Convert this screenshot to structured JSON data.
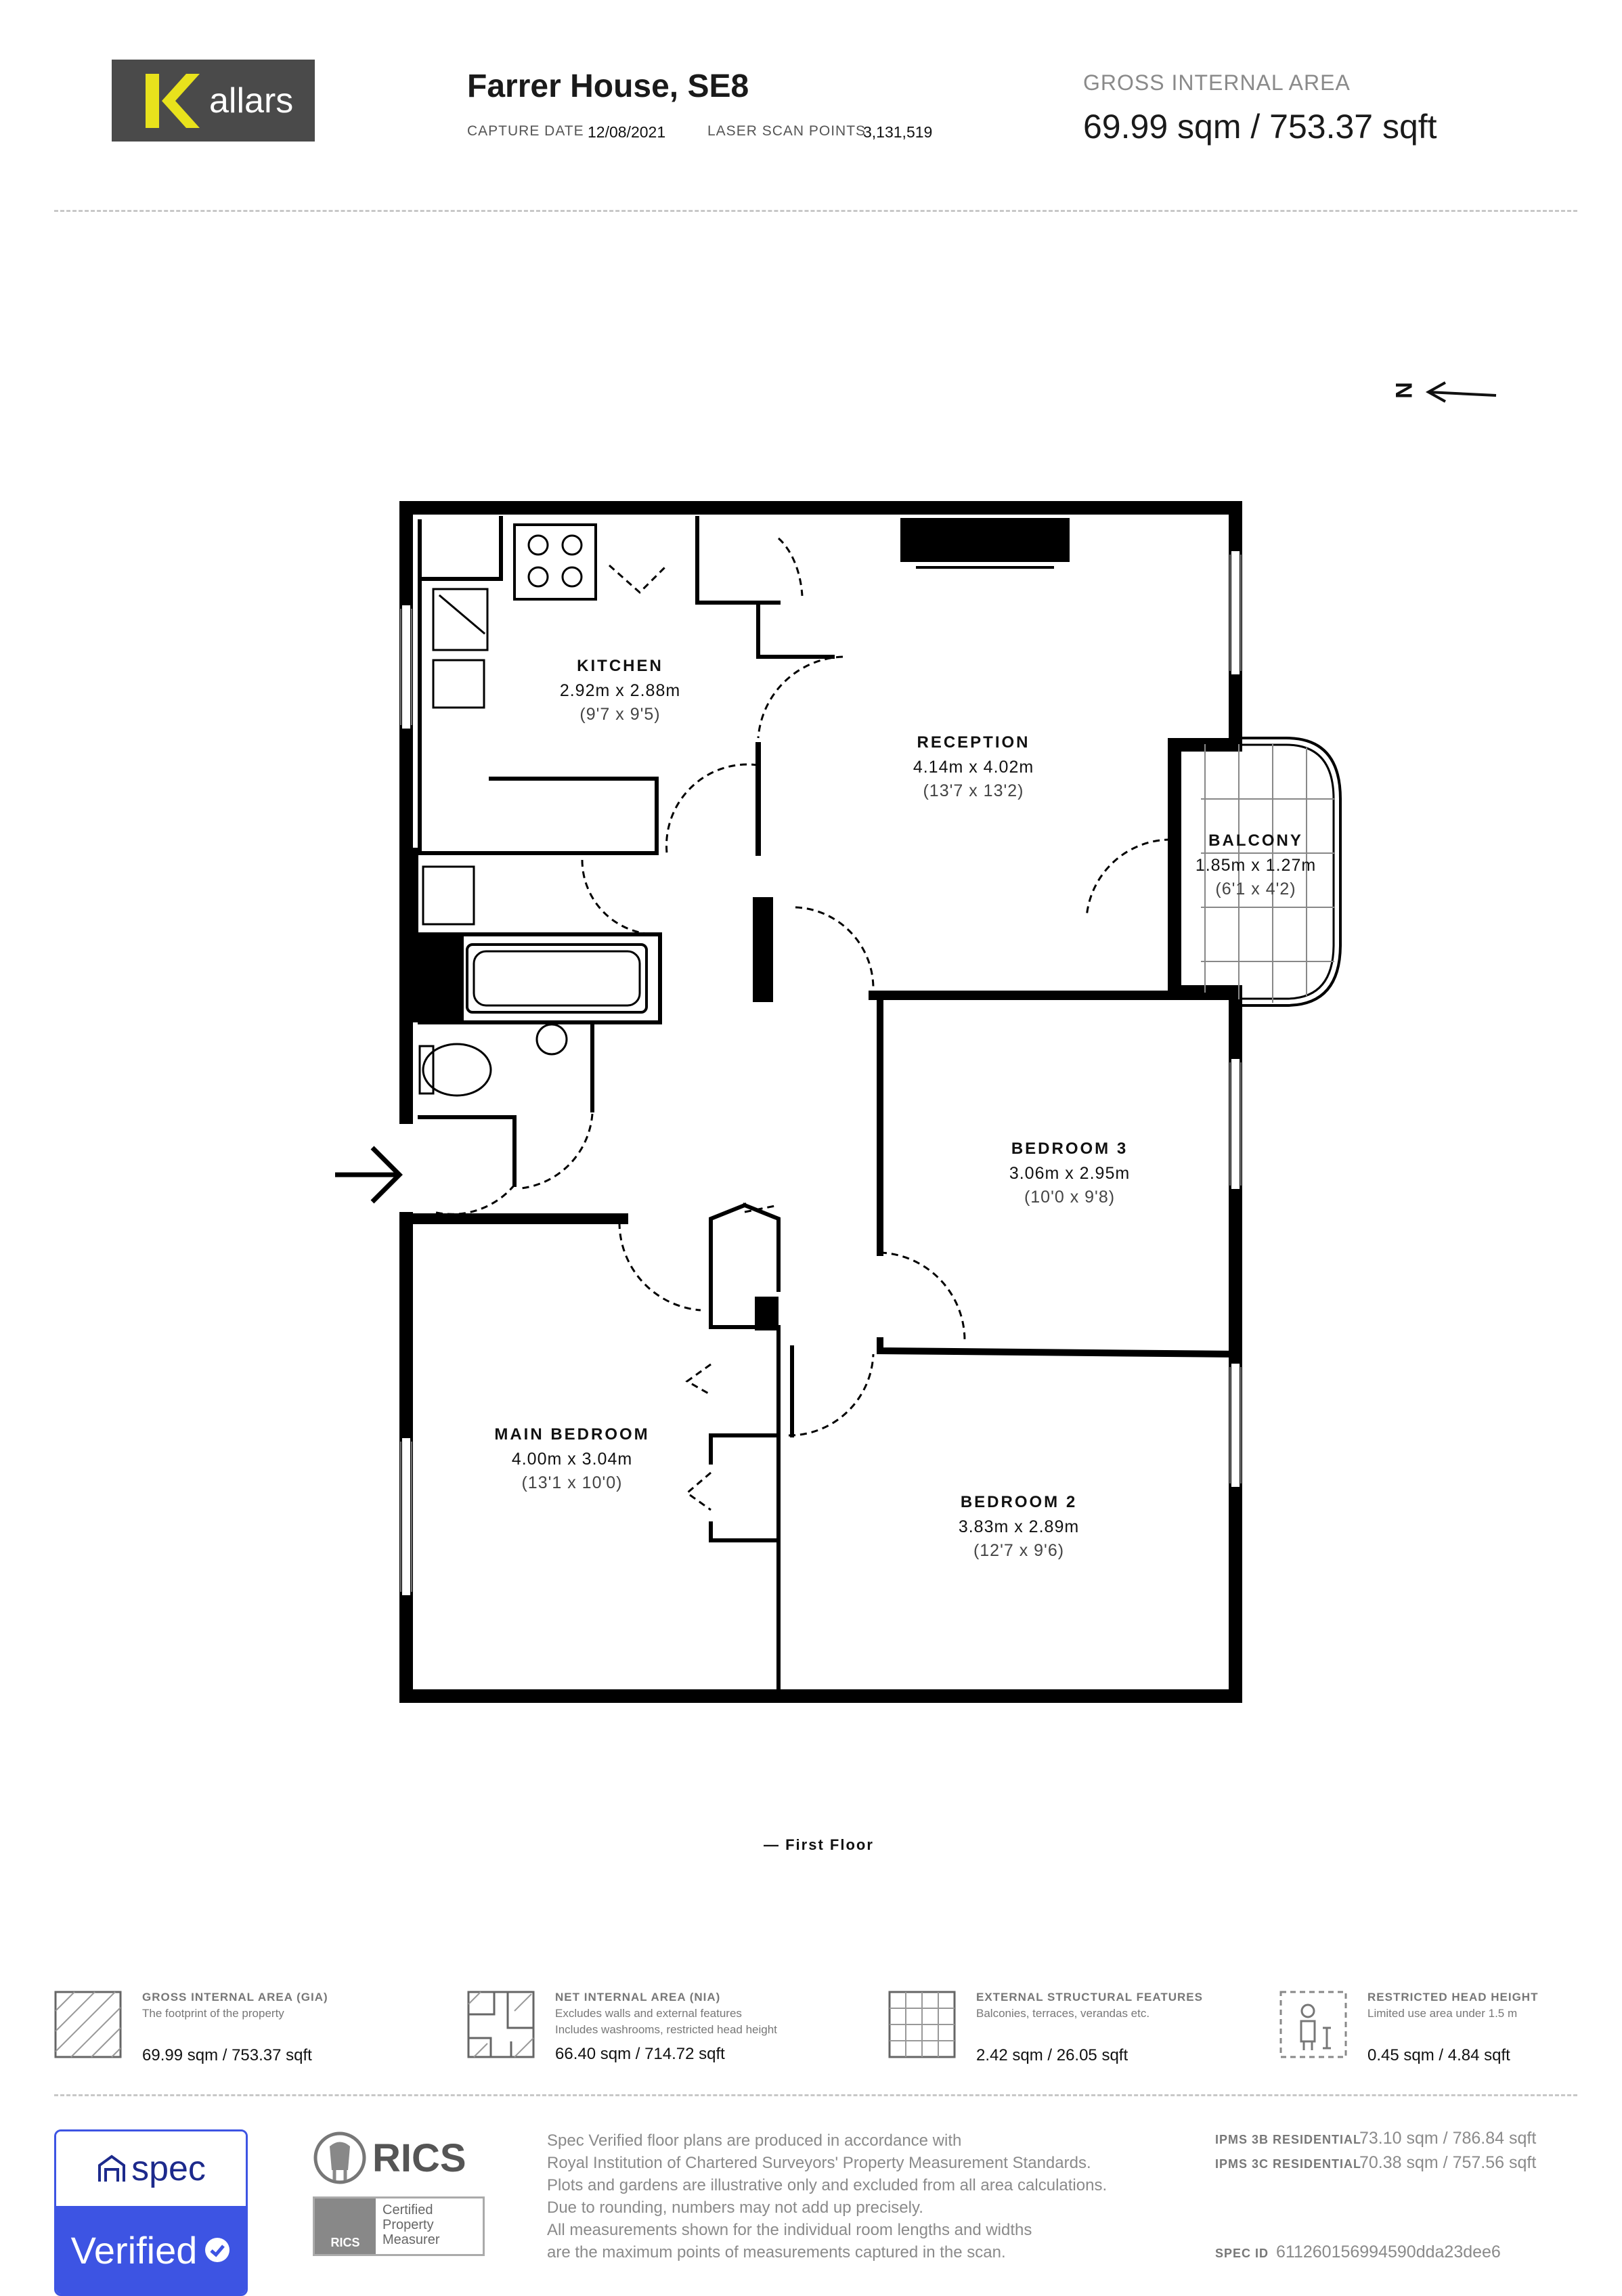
{
  "brand": {
    "logo_initial": "K",
    "logo_text": "allars",
    "logo_color": "#e8e21c"
  },
  "header": {
    "title": "Farrer House, SE8",
    "capture_date_label": "CAPTURE DATE",
    "capture_date": "12/08/2021",
    "scan_points_label": "LASER SCAN POINTS",
    "scan_points": "3,131,519",
    "gia_label": "GROSS INTERNAL AREA",
    "gia_value": "69.99 sqm / 753.37 sqft"
  },
  "compass": {
    "label": "N"
  },
  "rooms": {
    "kitchen": {
      "name": "KITCHEN",
      "metric": "2.92m x 2.88m",
      "imperial": "(9'7 x 9'5)"
    },
    "reception": {
      "name": "RECEPTION",
      "metric": "4.14m x 4.02m",
      "imperial": "(13'7 x 13'2)"
    },
    "balcony": {
      "name": "BALCONY",
      "metric": "1.85m x 1.27m",
      "imperial": "(6'1 x 4'2)"
    },
    "bedroom3": {
      "name": "BEDROOM 3",
      "metric": "3.06m x 2.95m",
      "imperial": "(10'0 x 9'8)"
    },
    "main_bedroom": {
      "name": "MAIN BEDROOM",
      "metric": "4.00m x 3.04m",
      "imperial": "(13'1 x 10'0)"
    },
    "bedroom2": {
      "name": "BEDROOM 2",
      "metric": "3.83m x 2.89m",
      "imperial": "(12'7 x 9'6)"
    }
  },
  "floor_label": "— First Floor",
  "legend": [
    {
      "title": "GROSS INTERNAL AREA (GIA)",
      "lines": [
        "The footprint of the property"
      ],
      "value": "69.99 sqm / 753.37 sqft"
    },
    {
      "title": "NET INTERNAL AREA (NIA)",
      "lines": [
        "Excludes walls and external features",
        "Includes washrooms, restricted head height"
      ],
      "value": "66.40 sqm / 714.72 sqft"
    },
    {
      "title": "EXTERNAL STRUCTURAL FEATURES",
      "lines": [
        "Balconies, terraces, verandas etc."
      ],
      "value": "2.42 sqm / 26.05 sqft"
    },
    {
      "title": "RESTRICTED HEAD HEIGHT",
      "lines": [
        "Limited use area under 1.5 m"
      ],
      "value": "0.45 sqm / 4.84 sqft"
    }
  ],
  "footer": {
    "spec_brand": "spec",
    "spec_verified": "Verified",
    "rics_text": "RICS",
    "rics_badge_lines": [
      "Certified",
      "Property",
      "Measurer"
    ],
    "rics_badge_abbr": "RICS",
    "disclaimer": [
      "Spec Verified floor plans are produced in accordance with",
      "Royal Institution of Chartered Surveyors' Property Measurement Standards.",
      "Plots and gardens are illustrative only and excluded from all area calculations.",
      "Due to rounding, numbers may not add up precisely.",
      "All measurements shown for the individual room lengths and widths",
      "are the maximum points of measurements captured in the scan."
    ],
    "ipms_3b_label": "IPMS 3B RESIDENTIAL",
    "ipms_3b_value": "73.10 sqm / 786.84 sqft",
    "ipms_3c_label": "IPMS 3C RESIDENTIAL",
    "ipms_3c_value": "70.38 sqm / 757.56 sqft",
    "spec_id_label": "SPEC ID",
    "spec_id_value": "611260156994590dda23dee6",
    "accent_color": "#3d54e3"
  }
}
